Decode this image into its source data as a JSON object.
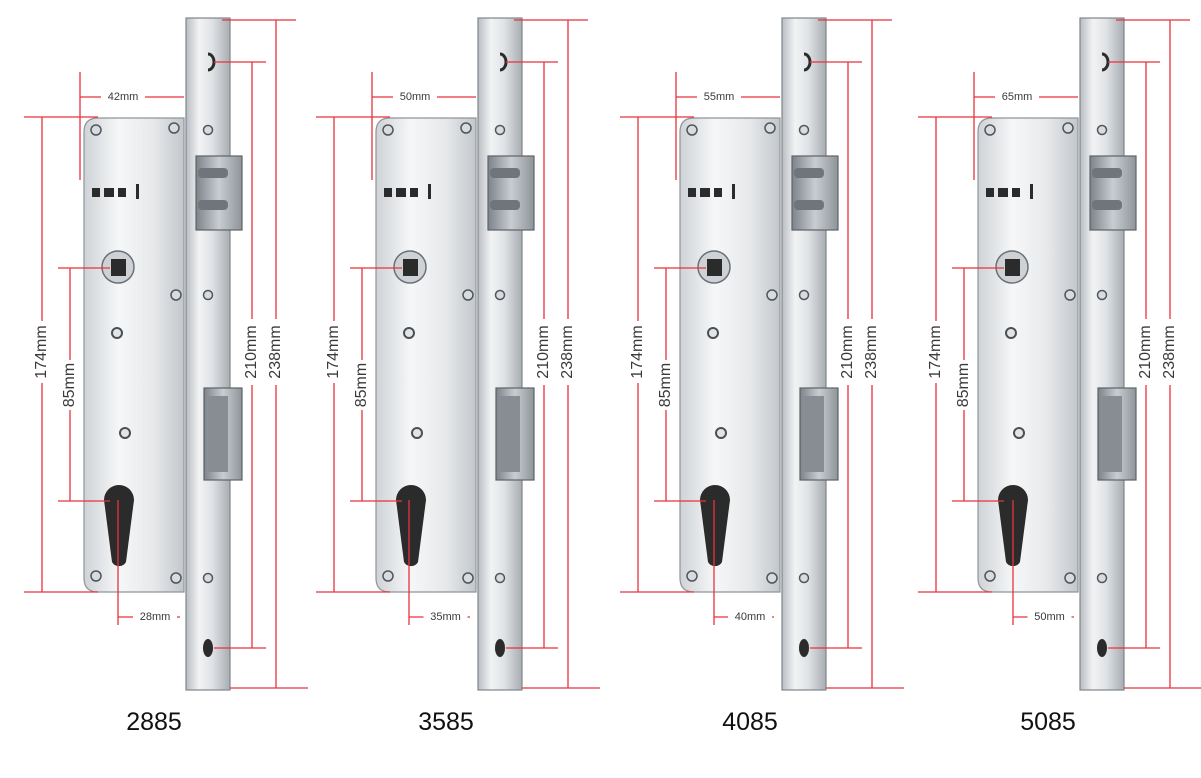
{
  "colors": {
    "dimension_line": "#e8323c",
    "steel_light": "#f4f5f6",
    "steel_mid": "#d5d8db",
    "steel_dark": "#9aa0a6",
    "hole": "#2b2b2b",
    "label": "#111111"
  },
  "locks": [
    {
      "model": "2885",
      "backset": "42mm",
      "cyl_offset": "28mm",
      "height_body": "174mm",
      "handle_to_cyl": "85mm",
      "screw_spacing": "210mm",
      "faceplate_height": "238mm"
    },
    {
      "model": "3585",
      "backset": "50mm",
      "cyl_offset": "35mm",
      "height_body": "174mm",
      "handle_to_cyl": "85mm",
      "screw_spacing": "210mm",
      "faceplate_height": "238mm"
    },
    {
      "model": "4085",
      "backset": "55mm",
      "cyl_offset": "40mm",
      "height_body": "174mm",
      "handle_to_cyl": "85mm",
      "screw_spacing": "210mm",
      "faceplate_height": "238mm"
    },
    {
      "model": "5085",
      "backset": "65mm",
      "cyl_offset": "50mm",
      "height_body": "174mm",
      "handle_to_cyl": "85mm",
      "screw_spacing": "210mm",
      "faceplate_height": "238mm"
    }
  ]
}
